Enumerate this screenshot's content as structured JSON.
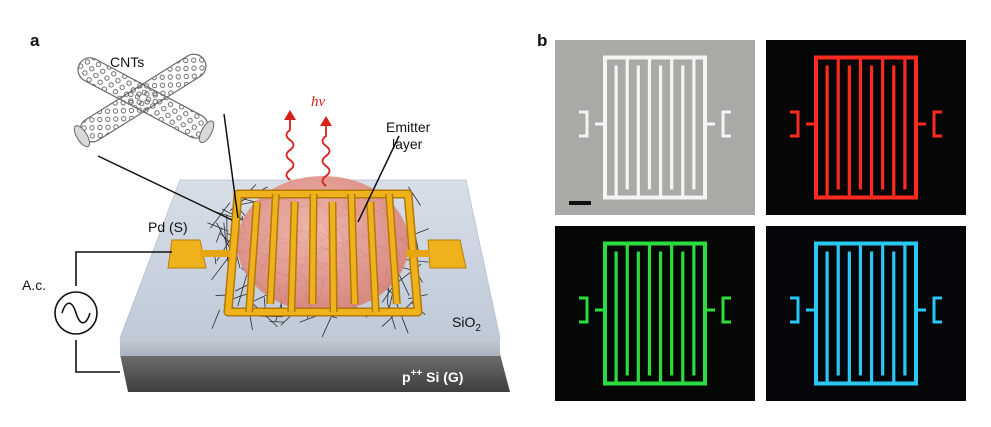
{
  "panel_a": {
    "letter": "a",
    "cnt_label": "CNTs",
    "photon_label": "hν",
    "emitter_label_line1": "Emitter",
    "emitter_label_line2": "layer",
    "source_label": "Pd (S)",
    "ac_label": "A.c.",
    "oxide_label_base": "SiO",
    "oxide_label_sub": "2",
    "substrate_label_base": "p",
    "substrate_label_sup": "++",
    "substrate_label_rest": " Si (G)"
  },
  "panel_b": {
    "letter": "b",
    "images": [
      {
        "id": "optical",
        "stroke": "#f4f4f4",
        "background": "#a9aaa6"
      },
      {
        "id": "red",
        "stroke": "#ff2a1f",
        "background": "#060606"
      },
      {
        "id": "green",
        "stroke": "#2bdc3f",
        "background": "#050705"
      },
      {
        "id": "blue",
        "stroke": "#29c8f2",
        "background": "#04060a"
      }
    ]
  },
  "colors": {
    "gold": "#f0b21c",
    "emitter": "#e8968c",
    "photon": "#d6201a",
    "oxide_top": "#cdd6e2",
    "substrate": "#5e5e5e"
  }
}
